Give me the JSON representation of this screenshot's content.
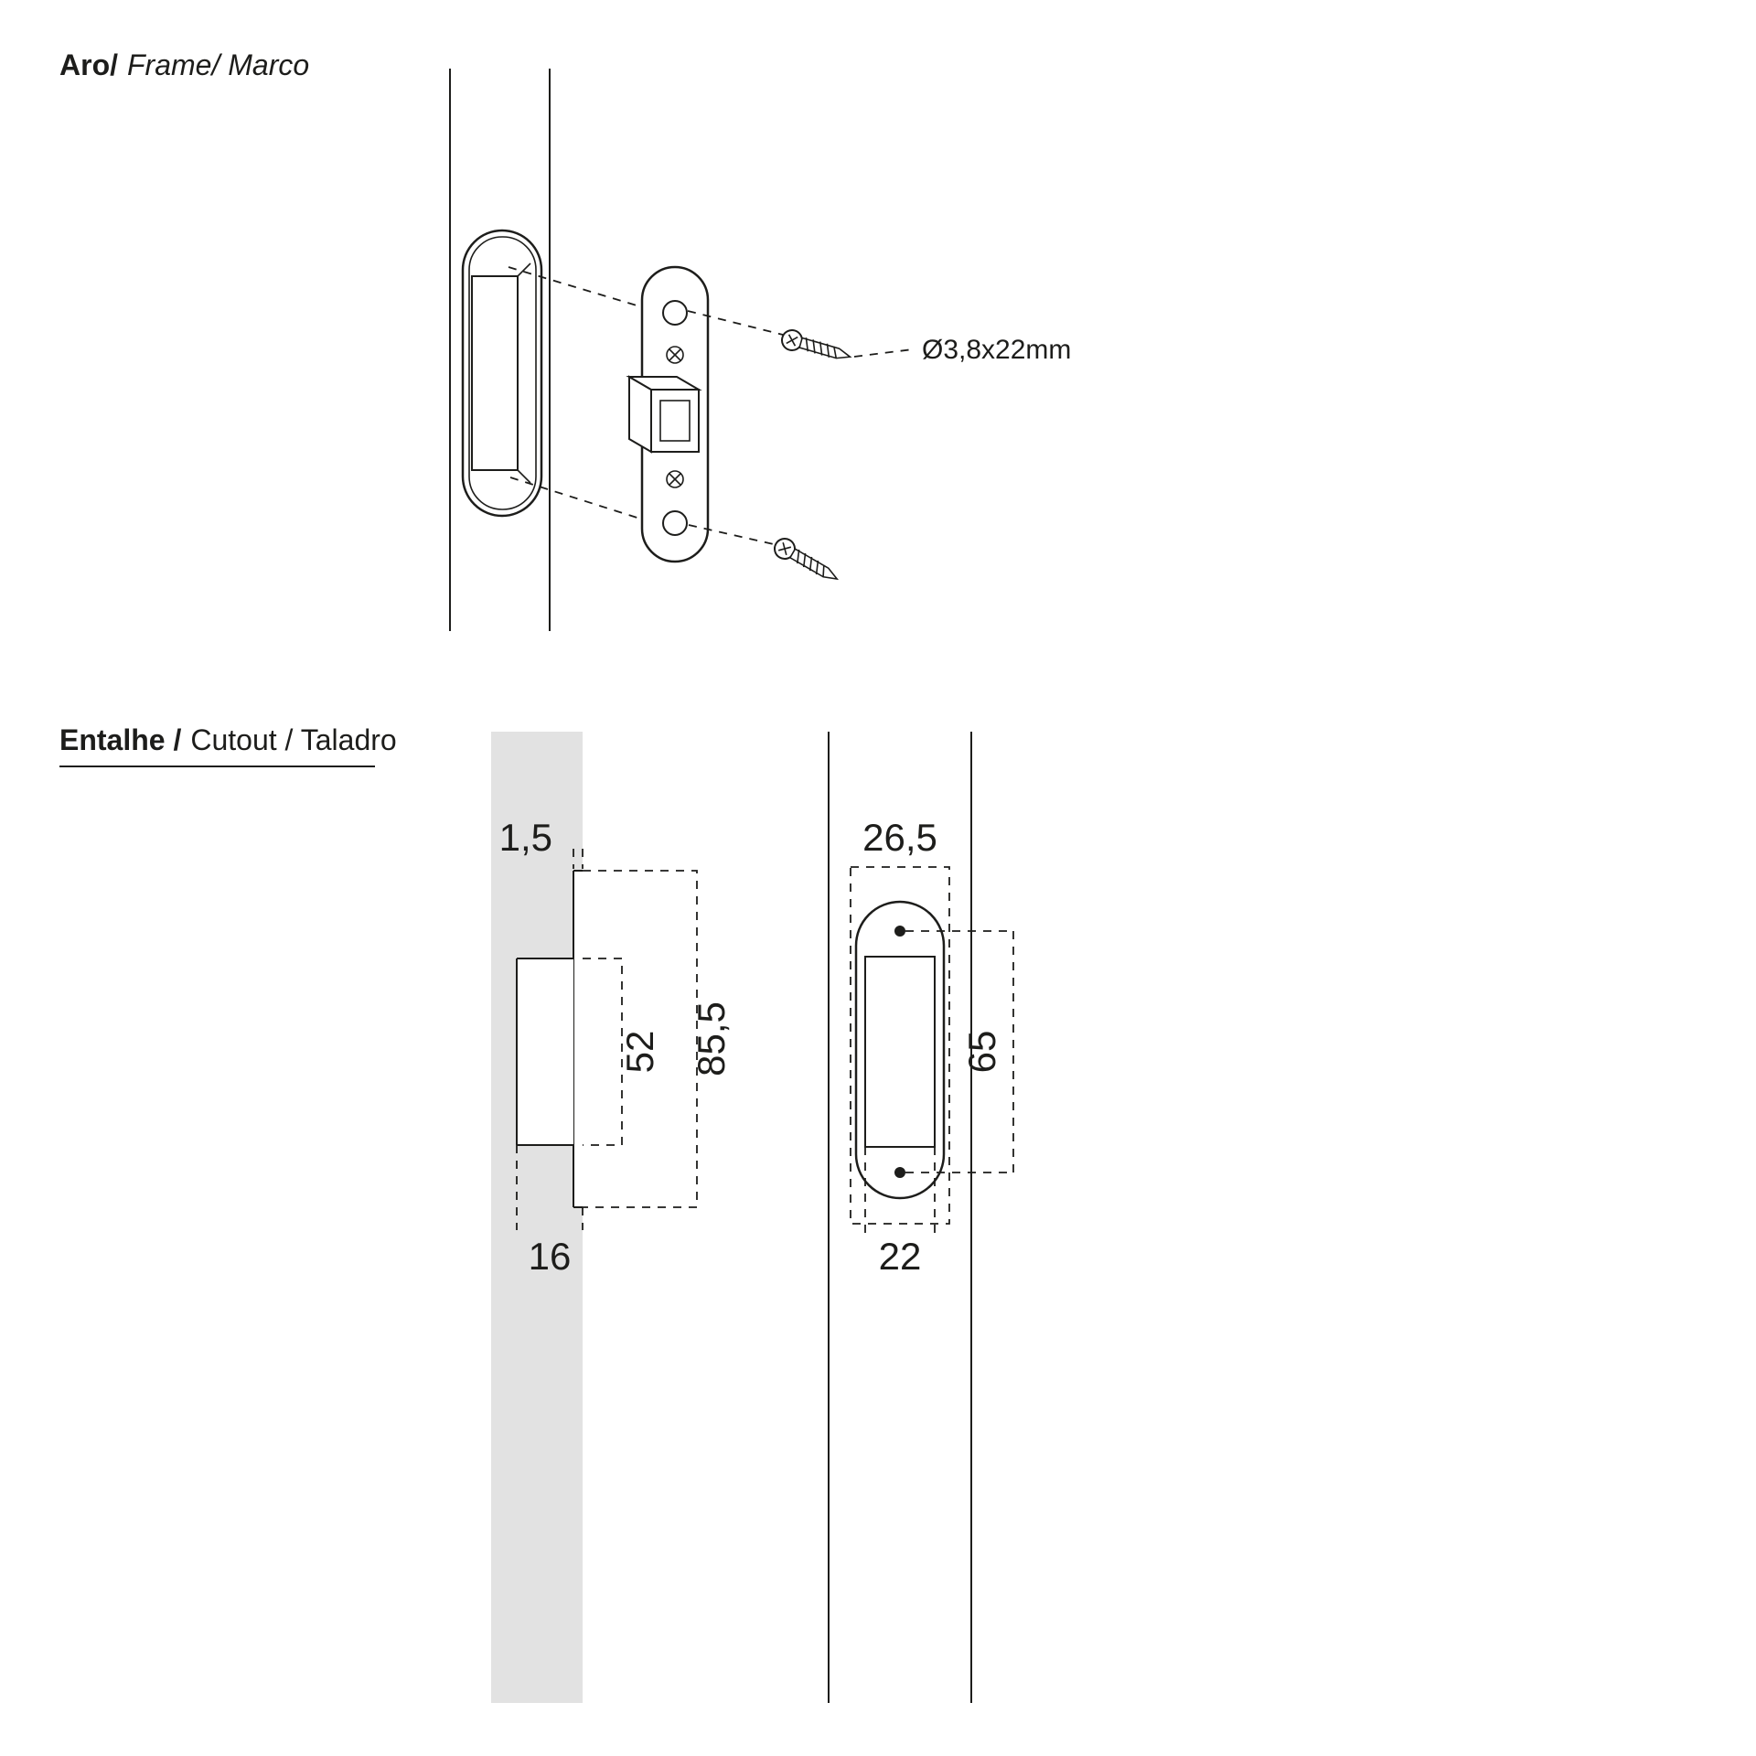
{
  "frame": {
    "title_bold": "Aro/",
    "title_rest": "Frame/ Marco",
    "screw_label": "Ø3,8x22mm"
  },
  "cutout": {
    "title_bold": "Entalhe /",
    "title_rest": "Cutout / Taladro",
    "dims": {
      "plate_thickness": "1,5",
      "cutout_height": "52",
      "plate_height": "85,5",
      "cutout_depth": "16",
      "plate_width": "26,5",
      "screw_spacing": "65",
      "inner_width": "22"
    }
  },
  "colors": {
    "line": "#1d1d1b",
    "panel_gray": "#e2e2e2",
    "background": "#ffffff"
  }
}
